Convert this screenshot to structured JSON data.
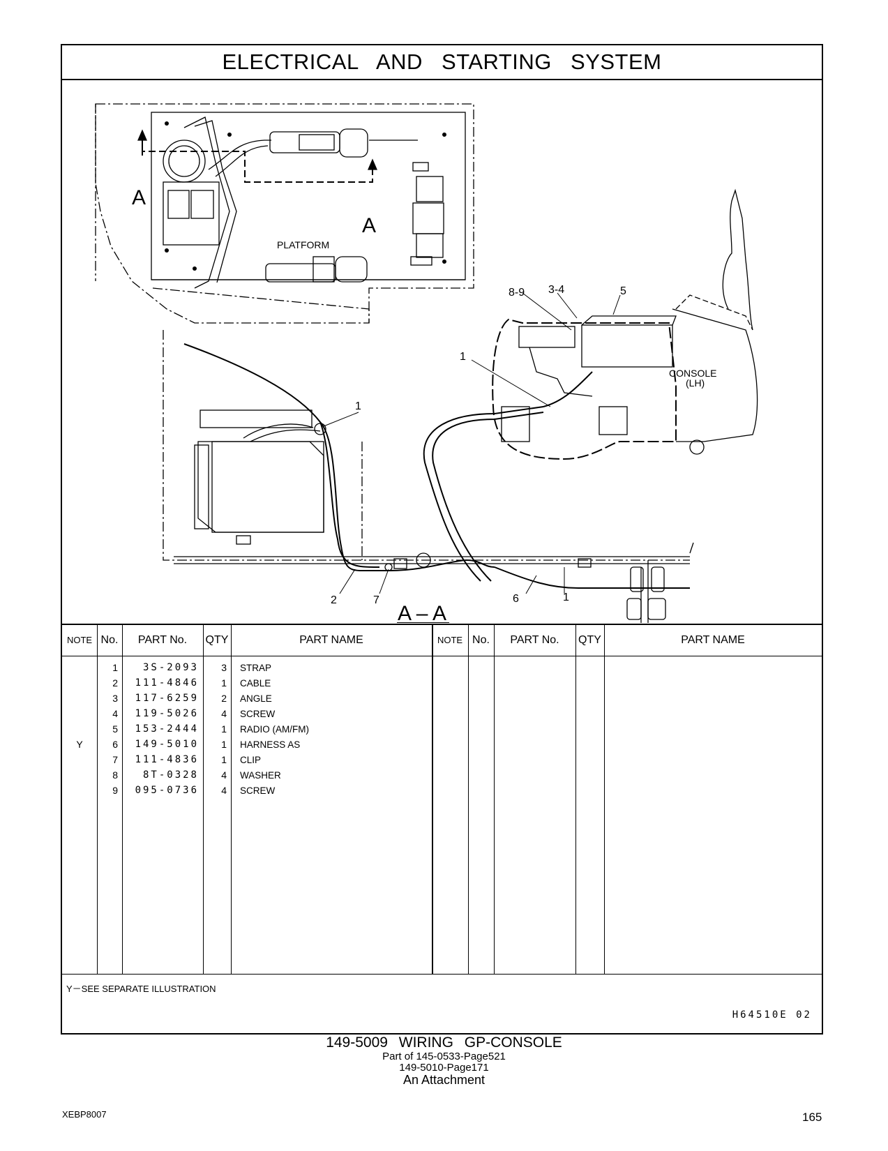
{
  "header": {
    "title": "ELECTRICAL AND STARTING SYSTEM"
  },
  "drawing": {
    "callouts": {
      "platform": "PLATFORM",
      "console_line1": "CONSOLE",
      "console_line2": "(LH)",
      "view_a_top": "A",
      "view_a_right": "A",
      "section_label": "A – A",
      "c_89": "8-9",
      "c_34": "3-4",
      "c_5": "5",
      "c_1_console": "1",
      "c_1_battery": "1",
      "c_2": "2",
      "c_7": "7",
      "c_6": "6",
      "c_1_bottom": "1"
    }
  },
  "parts_table": {
    "headers": {
      "note": "NOTE",
      "no": "No.",
      "part_no": "PART No.",
      "qty": "QTY",
      "part_name": "PART NAME"
    },
    "rows": [
      {
        "note": "",
        "no": "1",
        "part_no": "3S-2093",
        "qty": "3",
        "name": "STRAP"
      },
      {
        "note": "",
        "no": "2",
        "part_no": "111-4846",
        "qty": "1",
        "name": "CABLE"
      },
      {
        "note": "",
        "no": "3",
        "part_no": "117-6259",
        "qty": "2",
        "name": "ANGLE"
      },
      {
        "note": "",
        "no": "4",
        "part_no": "119-5026",
        "qty": "4",
        "name": "SCREW"
      },
      {
        "note": "",
        "no": "5",
        "part_no": "153-2444",
        "qty": "1",
        "name": "RADIO (AM/FM)"
      },
      {
        "note": "Y",
        "no": "6",
        "part_no": "149-5010",
        "qty": "1",
        "name": "HARNESS AS"
      },
      {
        "note": "",
        "no": "7",
        "part_no": "111-4836",
        "qty": "1",
        "name": "CLIP"
      },
      {
        "note": "",
        "no": "8",
        "part_no": "8T-0328",
        "qty": "4",
        "name": "WASHER"
      },
      {
        "note": "",
        "no": "9",
        "part_no": "095-0736",
        "qty": "4",
        "name": "SCREW"
      }
    ]
  },
  "footer": {
    "footnote": "Y－SEE SEPARATE ILLUSTRATION",
    "drawing_code": "H64510E 02"
  },
  "caption": {
    "title": "149-5009 WIRING GP-CONSOLE",
    "line1": "Part of 145-0533-Page521",
    "line2": "149-5010-Page171",
    "line3": "An Attachment"
  },
  "page": {
    "doc_code": "XEBP8007",
    "number": "165"
  }
}
